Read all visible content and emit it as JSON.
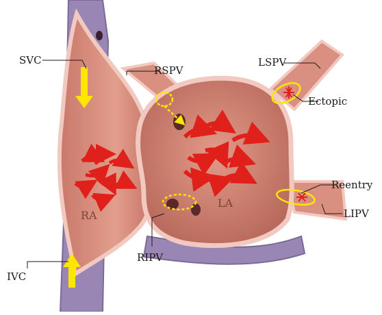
{
  "labels": {
    "svc": "SVC",
    "rspv": "RSPV",
    "lspv": "LSPV",
    "ectopic": "Ectopic",
    "reentry": "Reentry",
    "lipv": "LIPV",
    "ipv": "RIPV",
    "ivc": "IVC",
    "ra": "RA",
    "la": "LA"
  },
  "colors": {
    "tissue": "#d98a7a",
    "tissue_dark": "#b8665a",
    "wall": "#f2c9c0",
    "vein": "#8b7aa8",
    "arrow_red": "#e0201a",
    "arrow_yellow": "#ffe600",
    "ectopic_star": "#e0201a"
  }
}
